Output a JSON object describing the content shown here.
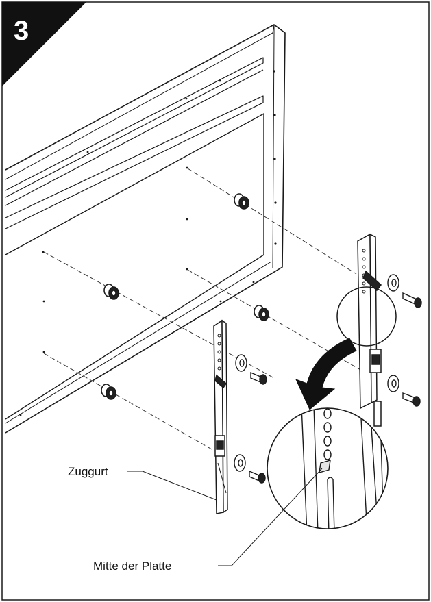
{
  "step_number": "3",
  "labels": {
    "strap": "Zuggurt",
    "plate_center": "Mitte der Platte"
  },
  "colors": {
    "line": "#1a1a1a",
    "badge": "#111111",
    "background": "#ffffff"
  }
}
